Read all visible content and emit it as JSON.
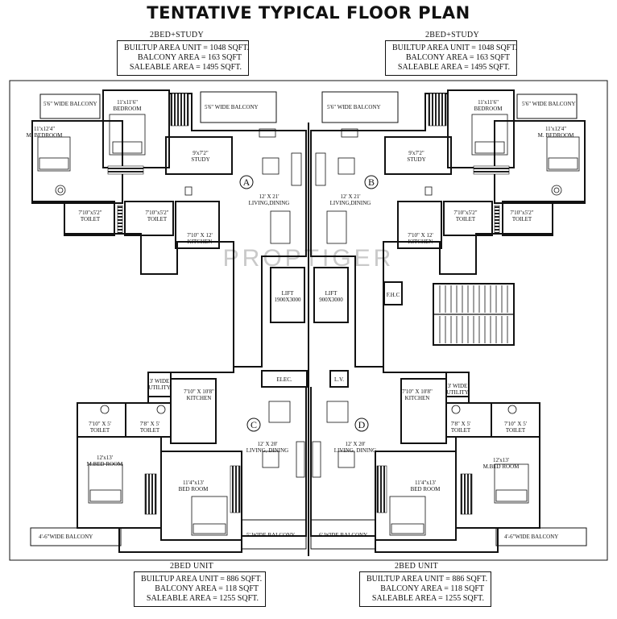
{
  "title": "TENTATIVE TYPICAL FLOOR PLAN",
  "watermark": "PROPTIGER",
  "units_top": {
    "left": {
      "type": "2BED+STUDY",
      "builtup": "BUILTUP AREA UNIT = 1048 SQFT.",
      "balcony": "BALCONY AREA = 163 SQFT",
      "saleable": "SALEABLE AREA = 1495 SQFT."
    },
    "right": {
      "type": "2BED+STUDY",
      "builtup": "BUILTUP AREA UNIT = 1048 SQFT.",
      "balcony": "BALCONY AREA = 163 SQFT",
      "saleable": "SALEABLE AREA = 1495 SQFT."
    }
  },
  "units_bottom": {
    "left": {
      "type": "2BED UNIT",
      "builtup": "BUILTUP AREA UNIT = 886 SQFT.",
      "balcony": "BALCONY AREA = 118 SQFT",
      "saleable": "SALEABLE AREA = 1255 SQFT."
    },
    "right": {
      "type": "2BED UNIT",
      "builtup": "BUILTUP AREA UNIT = 886 SQFT.",
      "balcony": "BALCONY AREA = 118 SQFT",
      "saleable": "SALEABLE AREA = 1255 SQFT."
    }
  },
  "unit_letters": {
    "a": "A",
    "b": "B",
    "c": "C",
    "d": "D"
  },
  "rooms": {
    "a": {
      "balcony_left": "5'6\" WIDE BALCONY",
      "balcony_center": "5'6\" WIDE BALCONY",
      "bedroom_dim": "11'x11'6\"",
      "bedroom": "BEDROOM",
      "mbed_dim": "11'x12'4\"",
      "mbed": "M. BEDROOM",
      "study_dim": "9'x7'2\"",
      "study": "STUDY",
      "living_dim": "12' X 21'",
      "living": "LIVING,DINING",
      "toilet1": "7'10\"x5'2\"",
      "toilet1_label": "TOILET",
      "toilet2": "7'10\"x5'2\"",
      "toilet2_label": "TOILET",
      "kitchen_dim": "7'10\" X 12'",
      "kitchen": "KITCHEN"
    },
    "b": {
      "balcony_center": "5'6\" WIDE BALCONY",
      "balcony_right": "5'6\" WIDE BALCONY",
      "bedroom_dim": "11'x11'6\"",
      "bedroom": "BEDROOM",
      "mbed_dim": "11'x12'4\"",
      "mbed": "M. BEDROOM",
      "study_dim": "9'x7'2\"",
      "study": "STUDY",
      "living_dim": "12' X 21'",
      "living": "LIVING,DINING",
      "toilet1": "7'10\"x5'2\"",
      "toilet1_label": "TOILET",
      "toilet2": "7'10\"x5'2\"",
      "toilet2_label": "TOILET",
      "kitchen_dim": "7'10\" X 12'",
      "kitchen": "KITCHEN"
    },
    "c": {
      "utility_dim": "3' WIDE",
      "utility": "UTILITY",
      "kitchen_dim": "7'10\" X 10'8\"",
      "kitchen": "KITCHEN",
      "toilet1": "7'10\" X 5'",
      "toilet1_label": "TOILET",
      "toilet2": "7'8\" X 5'",
      "toilet2_label": "TOILET",
      "mbed_dim": "12'x13'",
      "mbed": "M.BED ROOM",
      "bed_dim": "11'4\"x13'",
      "bed": "BED ROOM",
      "living_dim": "12' X 20'",
      "living": "LIVING, DINING",
      "balcony_left": "4'-6\"WIDE BALCONY",
      "balcony_center": "5' WIDE BALCONY"
    },
    "d": {
      "utility_dim": "3' WIDE",
      "utility": "UTILITY",
      "kitchen_dim": "7'10\" X 10'8\"",
      "kitchen": "KITCHEN",
      "toilet1": "7'8\" X 5'",
      "toilet1_label": "TOILET",
      "toilet2": "7'10\" X 5'",
      "toilet2_label": "TOILET",
      "mbed_dim": "12'x13'",
      "mbed": "M.BED ROOM",
      "bed_dim": "11'4\"x13'",
      "bed": "BED ROOM",
      "living_dim": "12' X 20'",
      "living": "LIVING, DINING",
      "balcony_center": "6' WIDE BALCONY",
      "balcony_right": "4'-6\"WIDE BALCONY"
    }
  },
  "core": {
    "lift1": "LIFT",
    "lift1_dim": "1900X3000",
    "lift2": "LIFT",
    "lift2_dim": "900X3000",
    "fhc": "F.H.C",
    "elec": "ELEC.",
    "lv": "L.V."
  }
}
